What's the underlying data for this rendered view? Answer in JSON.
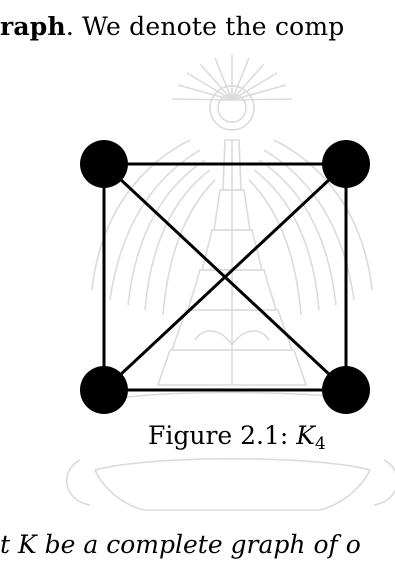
{
  "paragraph": {
    "term": "raph",
    "rest": ".  We denote the comp"
  },
  "figure": {
    "label": "Figure 2.1:",
    "symbol": "K",
    "subscript": "4",
    "vertices": [
      "v1",
      "v2",
      "v3",
      "v4"
    ],
    "edges": [
      [
        "v1",
        "v2"
      ],
      [
        "v1",
        "v3"
      ],
      [
        "v1",
        "v4"
      ],
      [
        "v2",
        "v3"
      ],
      [
        "v2",
        "v4"
      ],
      [
        "v3",
        "v4"
      ]
    ]
  },
  "next_line": {
    "text": "t K    be a complete graph of o"
  },
  "colors": {
    "ink": "#000000",
    "watermark": "#c8c8c8"
  },
  "watermark_description": "Chulalongkorn University emblem (Phra Kieo)"
}
